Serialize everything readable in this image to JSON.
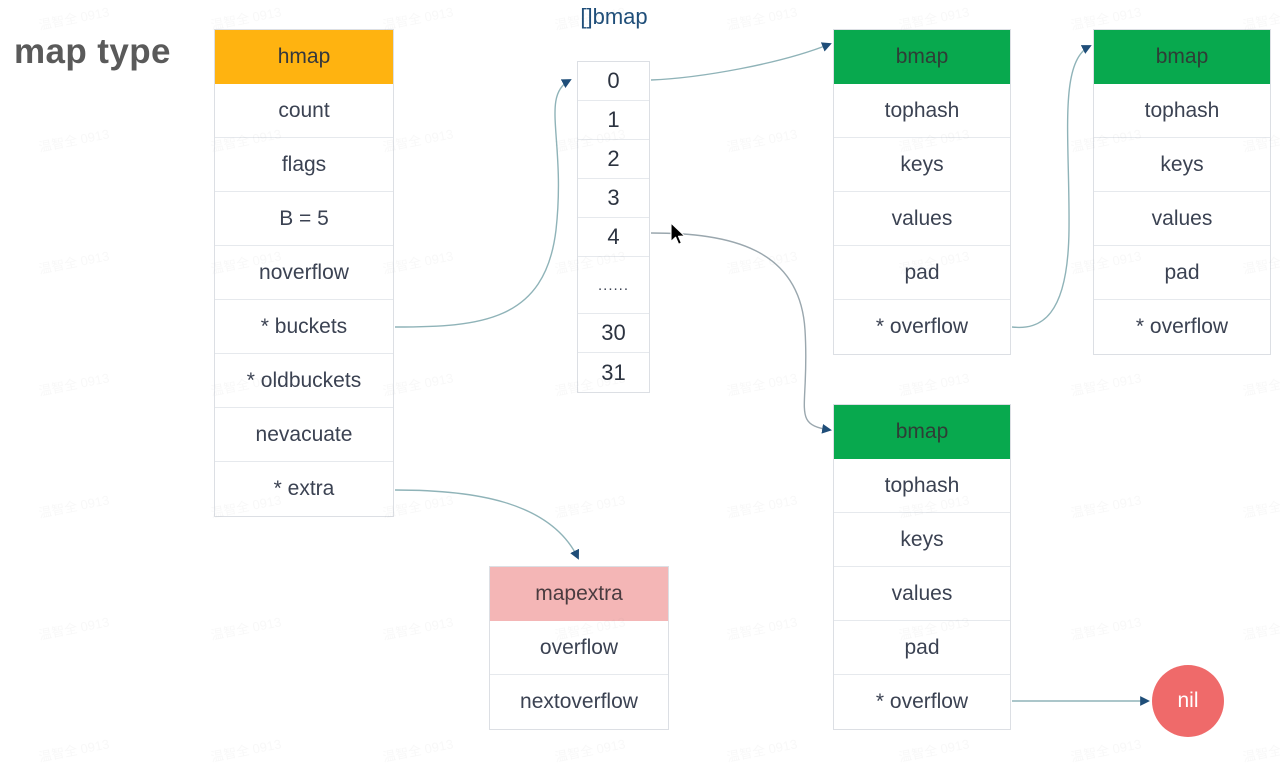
{
  "page": {
    "title": "map type",
    "watermark_text": "温智全 0913",
    "background_color": "#ffffff"
  },
  "colors": {
    "hmap_header": "#ffb310",
    "bmap_header": "#08a94e",
    "mapextra_header": "#f4b6b6",
    "nil_node": "#ef6a6a",
    "array_label": "#1f4e79",
    "edge": "#9aa7ae",
    "text": "#3b4252"
  },
  "hmap": {
    "header": "hmap",
    "fields": [
      "count",
      "flags",
      "B = 5",
      "noverflow",
      "* buckets",
      "* oldbuckets",
      "nevacuate",
      "* extra"
    ]
  },
  "bucket_array": {
    "label": "[]bmap",
    "cells": [
      "0",
      "1",
      "2",
      "3",
      "4",
      "......",
      "30",
      "31"
    ]
  },
  "bmap_struct": {
    "header": "bmap",
    "fields": [
      "tophash",
      "keys",
      "values",
      "pad",
      "* overflow"
    ]
  },
  "bmaps": [
    {
      "id": "bmap-1",
      "header": "bmap",
      "fields": [
        "tophash",
        "keys",
        "values",
        "pad",
        "* overflow"
      ]
    },
    {
      "id": "bmap-2",
      "header": "bmap",
      "fields": [
        "tophash",
        "keys",
        "values",
        "pad",
        "* overflow"
      ]
    },
    {
      "id": "bmap-3",
      "header": "bmap",
      "fields": [
        "tophash",
        "keys",
        "values",
        "pad",
        "* overflow"
      ]
    }
  ],
  "mapextra": {
    "header": "mapextra",
    "fields": [
      "overflow",
      "nextoverflow"
    ]
  },
  "nil_node": {
    "label": "nil"
  },
  "edges": [
    {
      "from": "hmap.buckets",
      "to": "bucket_array.cell_0"
    },
    {
      "from": "bucket_array.cell_0",
      "to": "bmap-1.header"
    },
    {
      "from": "bucket_array.cell_4",
      "to": "bmap-3.header"
    },
    {
      "from": "bmap-1.overflow",
      "to": "bmap-2.header"
    },
    {
      "from": "hmap.extra",
      "to": "mapextra.header"
    },
    {
      "from": "bmap-3.overflow",
      "to": "nil_node"
    }
  ]
}
